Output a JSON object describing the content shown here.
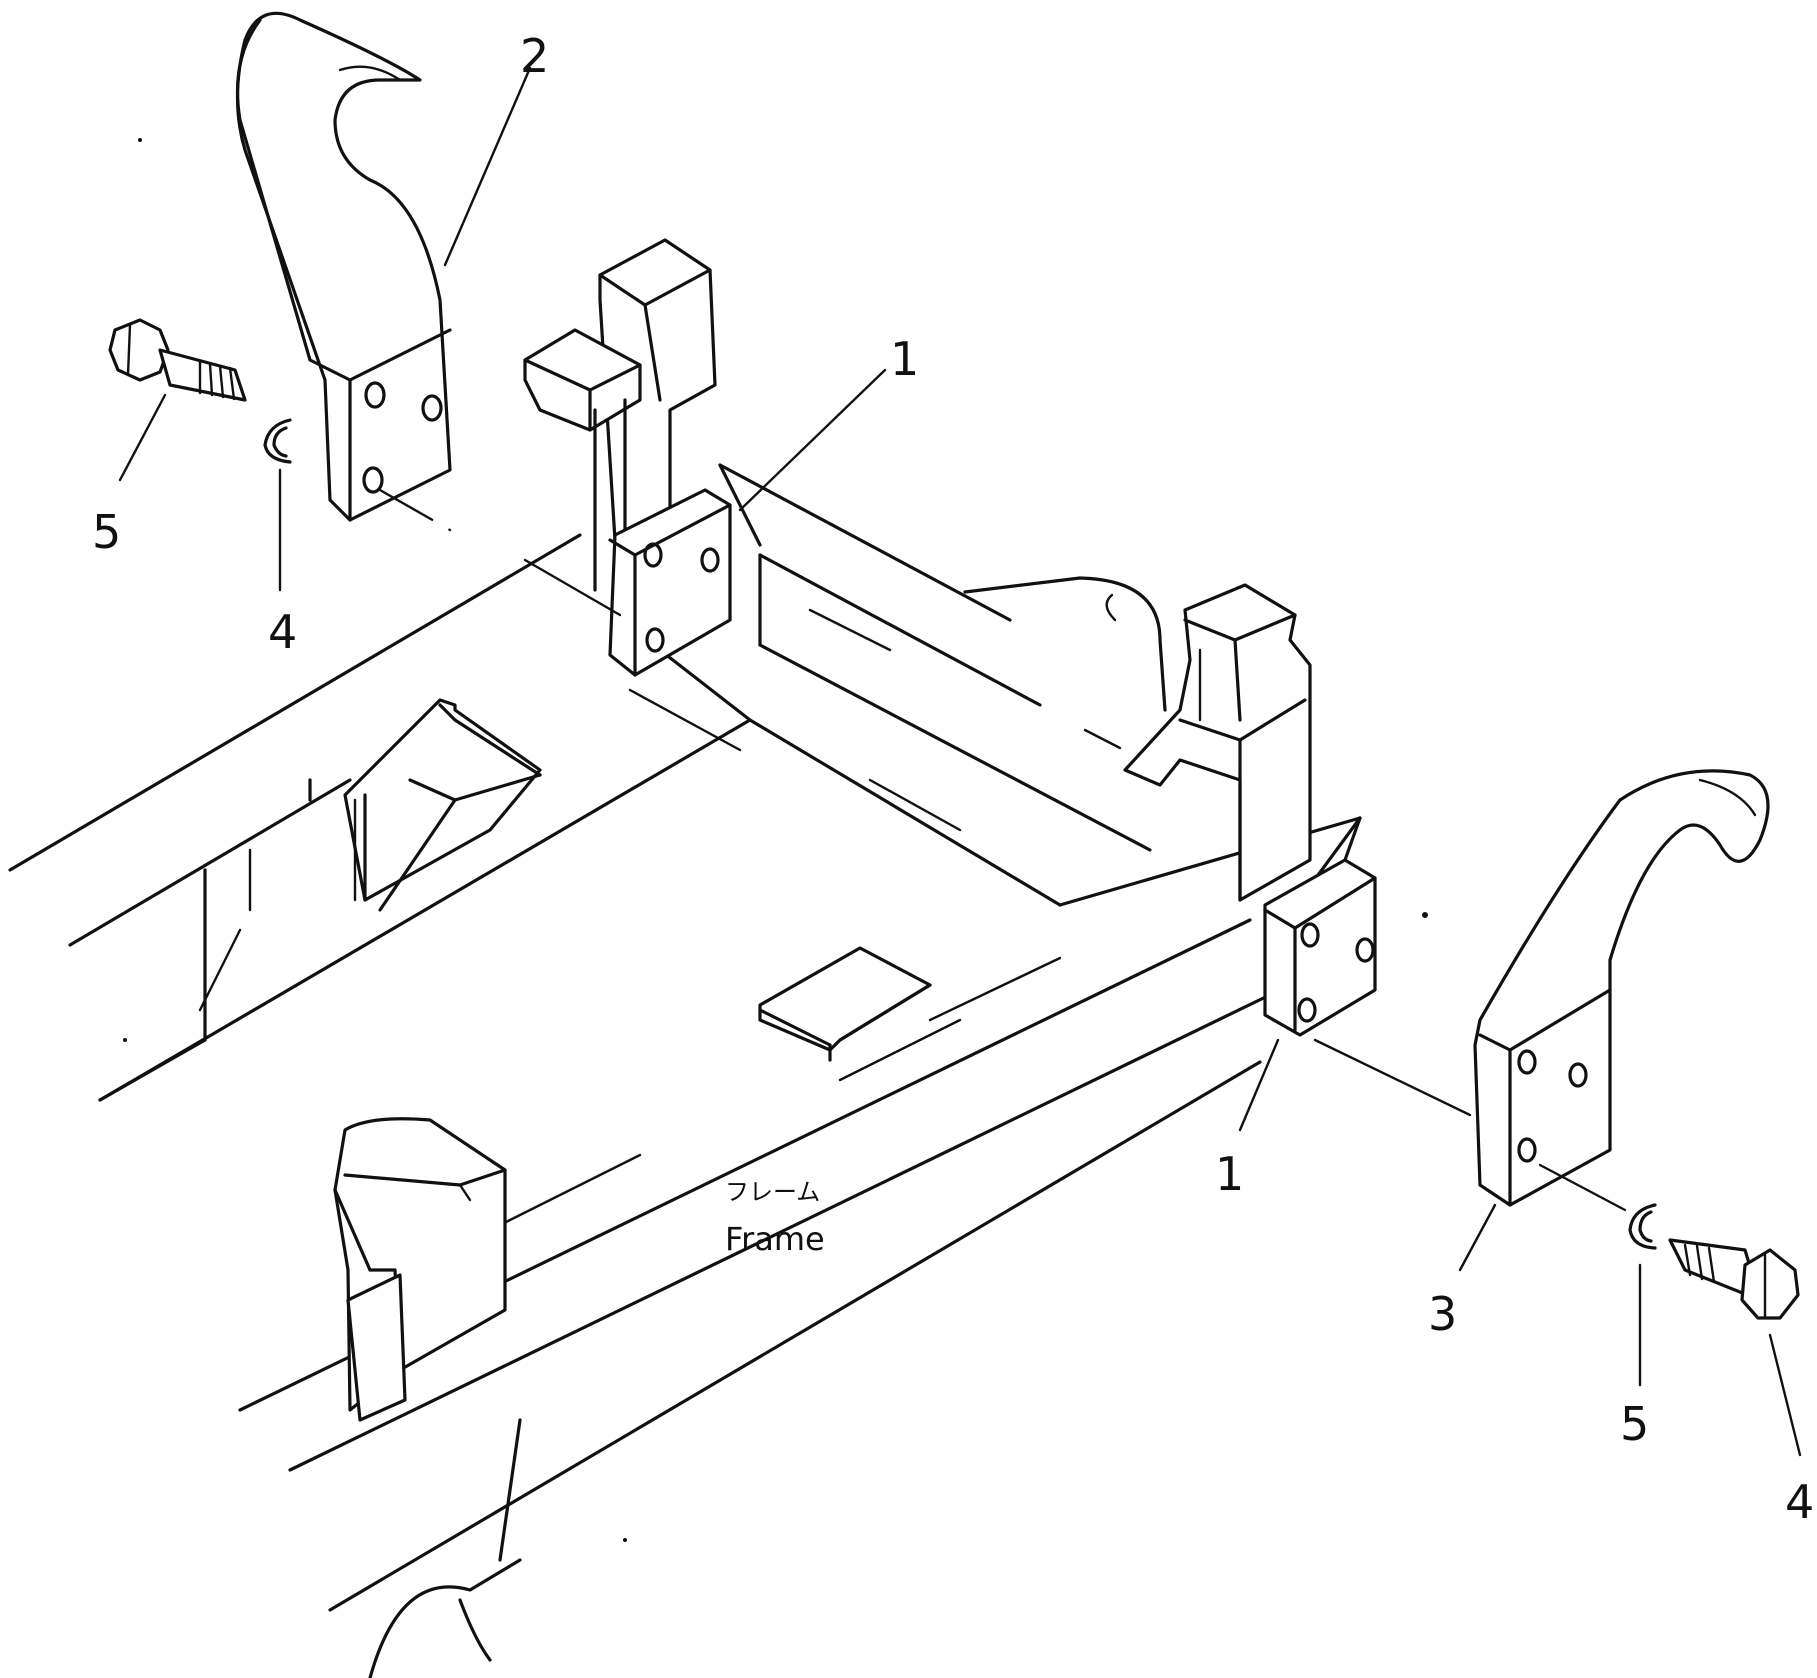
{
  "callouts": [
    {
      "id": "c1",
      "label": "2"
    },
    {
      "id": "c2",
      "label": "1"
    },
    {
      "id": "c3",
      "label": "5"
    },
    {
      "id": "c4",
      "label": "4"
    },
    {
      "id": "c5",
      "label": "1"
    },
    {
      "id": "c6",
      "label": "3"
    },
    {
      "id": "c7",
      "label": "5"
    },
    {
      "id": "c8",
      "label": "4"
    }
  ],
  "frame_label": {
    "jp": "フレーム",
    "en": "Frame"
  },
  "colors": {
    "line": "#111111",
    "background": "#ffffff"
  }
}
